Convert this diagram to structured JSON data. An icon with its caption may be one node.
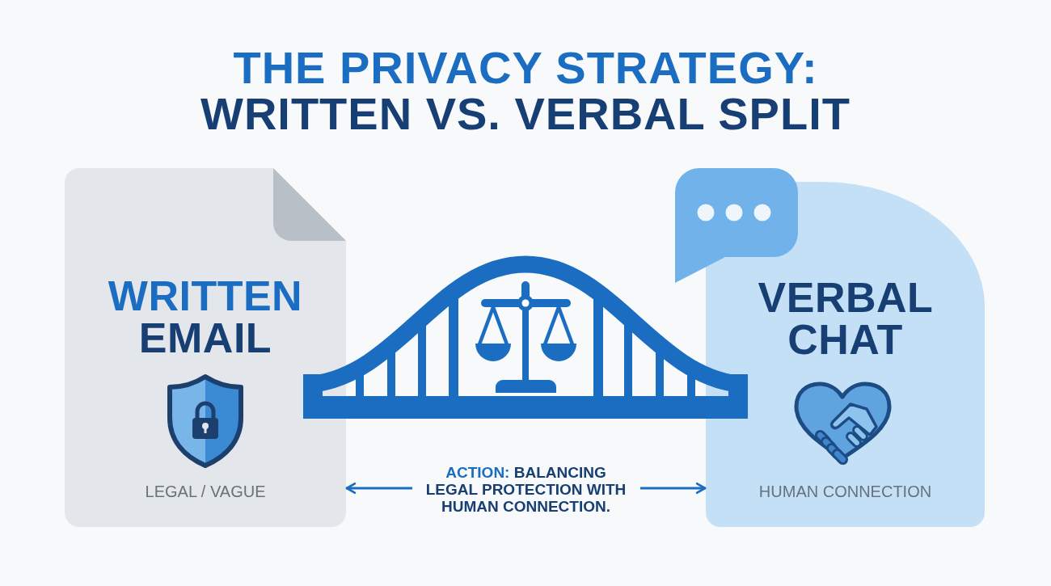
{
  "diagram": {
    "title": "THE PRIVACY STRATEGY: WRITTEN VS. VERBAL SPLIT",
    "nodes": [
      {
        "text": [
          "WRITTEN EMAIL",
          "LEGAL / VAGUE"
        ]
      },
      {
        "text": [
          "VERBAL CHAT",
          "HUMAN CONNECTION"
        ]
      }
    ],
    "edges": [
      {
        "from": 0,
        "to": 1,
        "arrow": "both",
        "label": "ACTION: BALANCING LEGAL PROTECTION WITH HUMAN CONNECTION."
      }
    ]
  }
}
